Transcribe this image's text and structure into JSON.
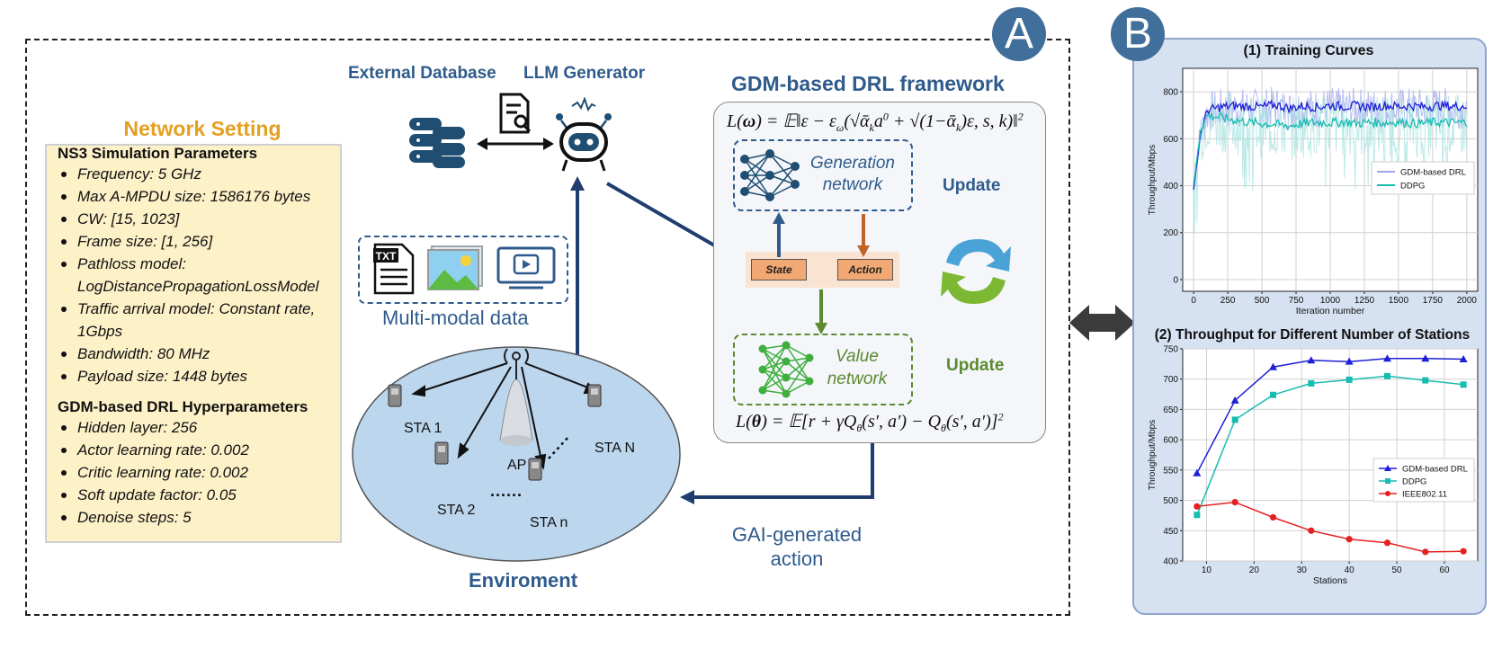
{
  "badges": {
    "a": "A",
    "b": "B"
  },
  "network": {
    "title": "Network Setting",
    "sim_heading": "NS3 Simulation Parameters",
    "sim_items": [
      "Frequency: 5 GHz",
      "Max A-MPDU size: 1586176 bytes",
      "CW: [15, 1023]",
      "Frame size: [1, 256]",
      "Pathloss model: LogDistancePropagationLossModel",
      "Traffic arrival model: Constant rate, 1Gbps",
      "Bandwidth: 80 MHz",
      "Payload size: 1448 bytes"
    ],
    "hyper_heading": "GDM-based DRL Hyperparameters",
    "hyper_items": [
      "Hidden layer: 256",
      "Actor learning rate: 0.002",
      "Critic learning rate: 0.002",
      "Soft update factor: 0.05",
      "Denoise steps: 5"
    ]
  },
  "top": {
    "external_db": "External Database",
    "llm_generator": "LLM Generator",
    "multimodal": "Multi-modal data"
  },
  "environment": {
    "title": "Enviroment",
    "ap": "AP",
    "sta1": "STA 1",
    "sta2": "STA 2",
    "stan": "STA n",
    "staN": "STA N",
    "dots": "......"
  },
  "framework": {
    "title": "GDM-based DRL framework",
    "generation_line1": "Generation",
    "generation_line2": "network",
    "value_line1": "Value",
    "value_line2": "network",
    "state": "State",
    "action": "Action",
    "update_top": "Update",
    "update_bottom": "Update",
    "gai_line1": "GAI-generated",
    "gai_line2": "action"
  },
  "colors": {
    "blue": "#2f5b8c",
    "green": "#5c8a30",
    "orange": "#c0622a",
    "gold": "#e3a021"
  },
  "chart_data": [
    {
      "type": "line",
      "title": "(1) Training Curves",
      "xlabel": "Iteration number",
      "ylabel": "Throughput/Mbps",
      "xlim": [
        -80,
        2080
      ],
      "ylim": [
        -50,
        900
      ],
      "xticks": [
        0,
        250,
        500,
        750,
        1000,
        1250,
        1500,
        1750,
        2000
      ],
      "yticks": [
        0,
        200,
        400,
        600,
        800
      ],
      "grid": true,
      "legend_position": "right",
      "series": [
        {
          "name": "GDM-based DRL",
          "color": "#1f1fd6",
          "band_color": "#9fa6ec",
          "x": [
            0,
            50,
            100,
            200,
            300,
            400,
            500,
            600,
            700,
            800,
            900,
            1000,
            1100,
            1200,
            1300,
            1400,
            1500,
            1600,
            1700,
            1800,
            1900,
            2000
          ],
          "values": [
            380,
            620,
            720,
            735,
            740,
            738,
            735,
            745,
            730,
            740,
            735,
            742,
            738,
            740,
            735,
            742,
            738,
            740,
            736,
            742,
            738,
            740
          ]
        },
        {
          "name": "DDPG",
          "color": "#17bcb0",
          "band_color": "#a6e3e0",
          "x": [
            0,
            50,
            100,
            200,
            300,
            400,
            500,
            600,
            700,
            800,
            900,
            1000,
            1100,
            1200,
            1300,
            1400,
            1500,
            1600,
            1700,
            1800,
            1900,
            2000
          ],
          "values": [
            400,
            640,
            700,
            690,
            680,
            670,
            665,
            660,
            655,
            665,
            670,
            668,
            672,
            665,
            670,
            668,
            672,
            665,
            668,
            670,
            668,
            670
          ]
        }
      ]
    },
    {
      "type": "line",
      "title": "(2) Throughput for Different Number of Stations",
      "xlabel": "Stations",
      "ylabel": "Throughput/Mbps",
      "xlim": [
        5,
        67
      ],
      "ylim": [
        400,
        750
      ],
      "xticks": [
        10,
        20,
        30,
        40,
        50,
        60
      ],
      "yticks": [
        400,
        450,
        500,
        550,
        600,
        650,
        700,
        750
      ],
      "grid": true,
      "legend_position": "right",
      "x": [
        8,
        16,
        24,
        32,
        40,
        48,
        56,
        64
      ],
      "series": [
        {
          "name": "GDM-based DRL",
          "color": "#1f1fd6",
          "marker": "triangle",
          "values": [
            545,
            665,
            720,
            731,
            729,
            734,
            734,
            733
          ]
        },
        {
          "name": "DDPG",
          "color": "#17bcb0",
          "marker": "square",
          "values": [
            476,
            633,
            674,
            693,
            699,
            705,
            698,
            691
          ]
        },
        {
          "name": "IEEE802.11",
          "color": "#e52020",
          "marker": "circle",
          "values": [
            490,
            497,
            472,
            450,
            436,
            430,
            415,
            416
          ]
        }
      ]
    }
  ]
}
